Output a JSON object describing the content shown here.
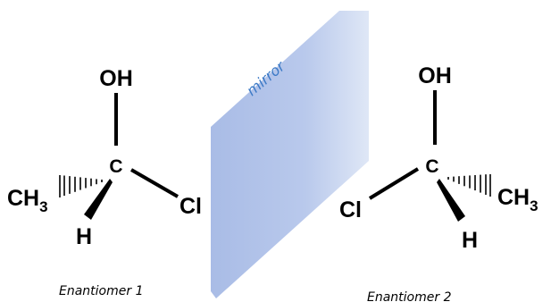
{
  "mirror": {
    "label": "mirror",
    "label_color": "#3b79c6",
    "fill_color": "#b4c5ea"
  },
  "enantiomer_1": {
    "caption": "Enantiomer 1",
    "top": "OH",
    "center": "C",
    "left_main": "CH",
    "left_sub": "3",
    "right": "Cl",
    "bottom": "H"
  },
  "enantiomer_2": {
    "caption": "Enantiomer 2",
    "top": "OH",
    "center": "C",
    "left": "Cl",
    "right_main": "CH",
    "right_sub": "3",
    "bottom": "H"
  },
  "colors": {
    "atom_text": "#000000",
    "bond": "#000000"
  },
  "icons": {
    "hashed_wedge": "hashed-wedge-bond",
    "solid_wedge": "solid-wedge-bond"
  }
}
